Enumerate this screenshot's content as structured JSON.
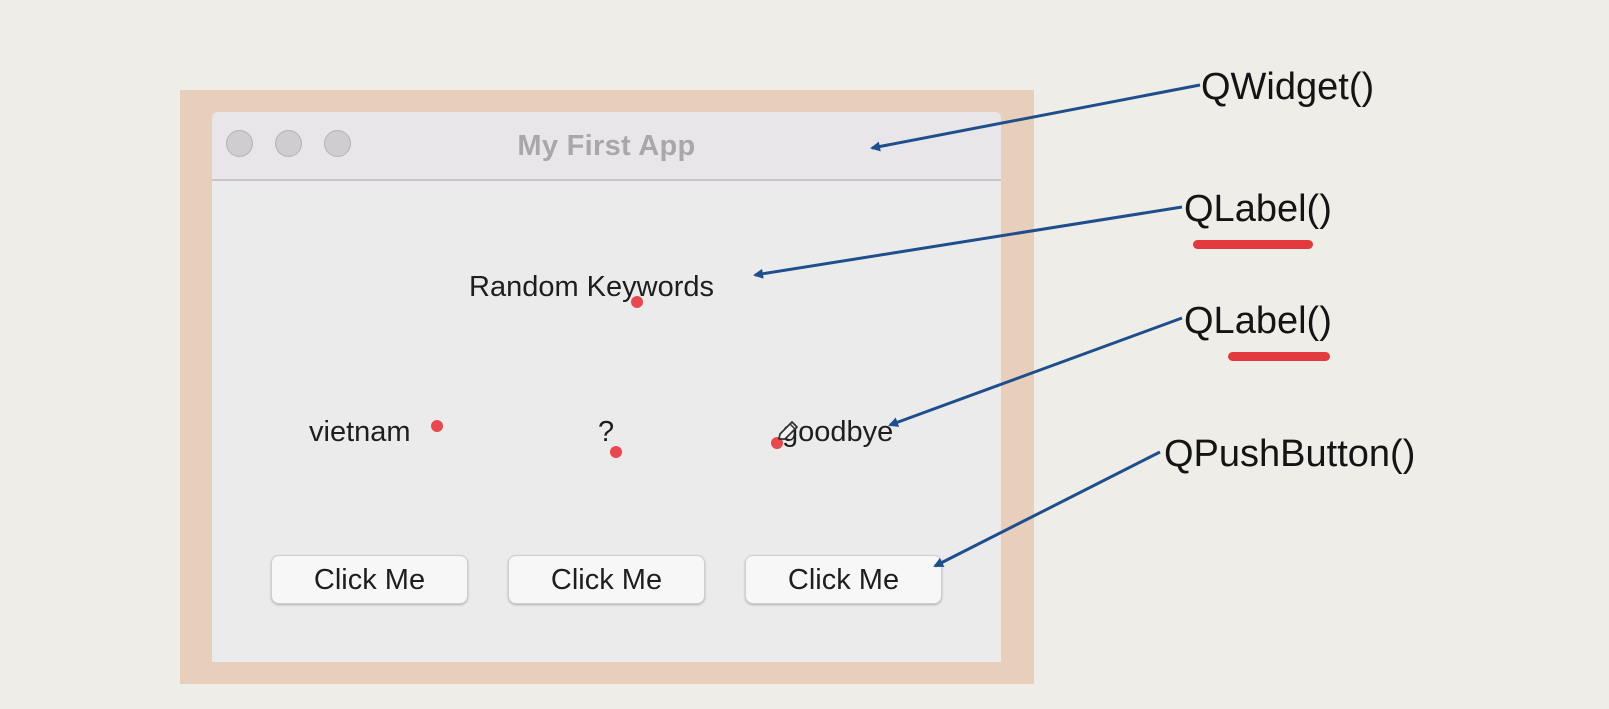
{
  "window": {
    "title": "My First App"
  },
  "labels": {
    "heading": "Random Keywords",
    "left": "vietnam",
    "middle": "?",
    "right": "goodbye"
  },
  "buttons": [
    "Click Me",
    "Click Me",
    "Click Me"
  ],
  "annotations": {
    "widget": "QWidget()",
    "label_1": "QLabel()",
    "label_2": "QLabel()",
    "push_button": "QPushButton()"
  },
  "colors": {
    "arrow": "#1f4e8c",
    "underline": "#e23a3f",
    "click_dot": "#e8484f",
    "frame": "#e8cfbb"
  }
}
